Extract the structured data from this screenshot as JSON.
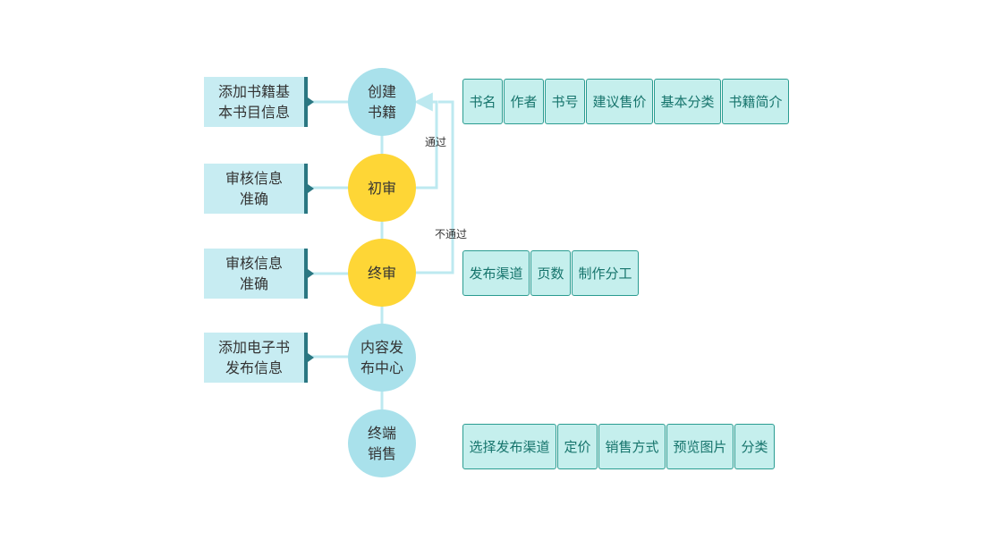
{
  "notes": {
    "create": [
      "添加书籍基",
      "本书目信息"
    ],
    "first_review": [
      "审核信息",
      "准确"
    ],
    "final_review": [
      "审核信息",
      "准确"
    ],
    "publish": [
      "添加电子书",
      "发布信息"
    ]
  },
  "nodes": {
    "create": [
      "创建",
      "书籍"
    ],
    "first_review": [
      "初审"
    ],
    "final_review": [
      "终审"
    ],
    "publish": [
      "内容发",
      "布中心"
    ],
    "sales": [
      "终端",
      "销售"
    ]
  },
  "edge_labels": {
    "pass": "通过",
    "fail": "不通过"
  },
  "attribute_rows": {
    "book_info": [
      "书名",
      "作者",
      "书号",
      "建议售价",
      "基本分类",
      "书籍简介"
    ],
    "production": [
      "发布渠道",
      "页数",
      "制作分工"
    ],
    "sales": [
      "选择发布渠道",
      "定价",
      "销售方式",
      "预览图片",
      "分类"
    ]
  },
  "colors": {
    "teal_node": "#a9e1eb",
    "yellow_node": "#fed636",
    "note_fill": "#c7ecf2",
    "note_border": "#2a7782",
    "cell_fill": "#c5efed",
    "cell_border": "#2a9c91",
    "cell_text": "#16746c",
    "connector": "#bde9f0"
  }
}
